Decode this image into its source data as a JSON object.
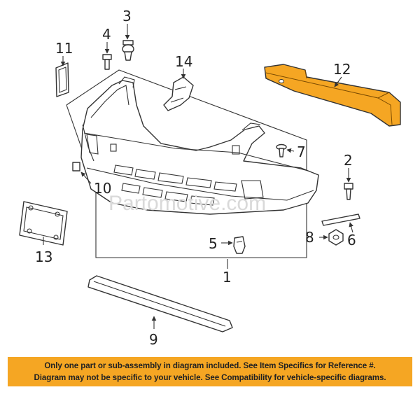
{
  "callouts": {
    "c1": "1",
    "c2": "2",
    "c3": "3",
    "c4": "4",
    "c5": "5",
    "c6": "6",
    "c7": "7",
    "c8": "8",
    "c9": "9",
    "c10": "10",
    "c11": "11",
    "c12": "12",
    "c13": "13",
    "c14": "14"
  },
  "watermark": "Partomotive.com",
  "notice": {
    "line1": "Only one part or sub-assembly in diagram included. See Item Specifics for Reference #.",
    "line2": "Diagram may not be specific to your vehicle. See Compatibility for vehicle-specific diagrams."
  },
  "colors": {
    "highlight_part": "#f5a623",
    "notice_background": "#f5a623"
  }
}
